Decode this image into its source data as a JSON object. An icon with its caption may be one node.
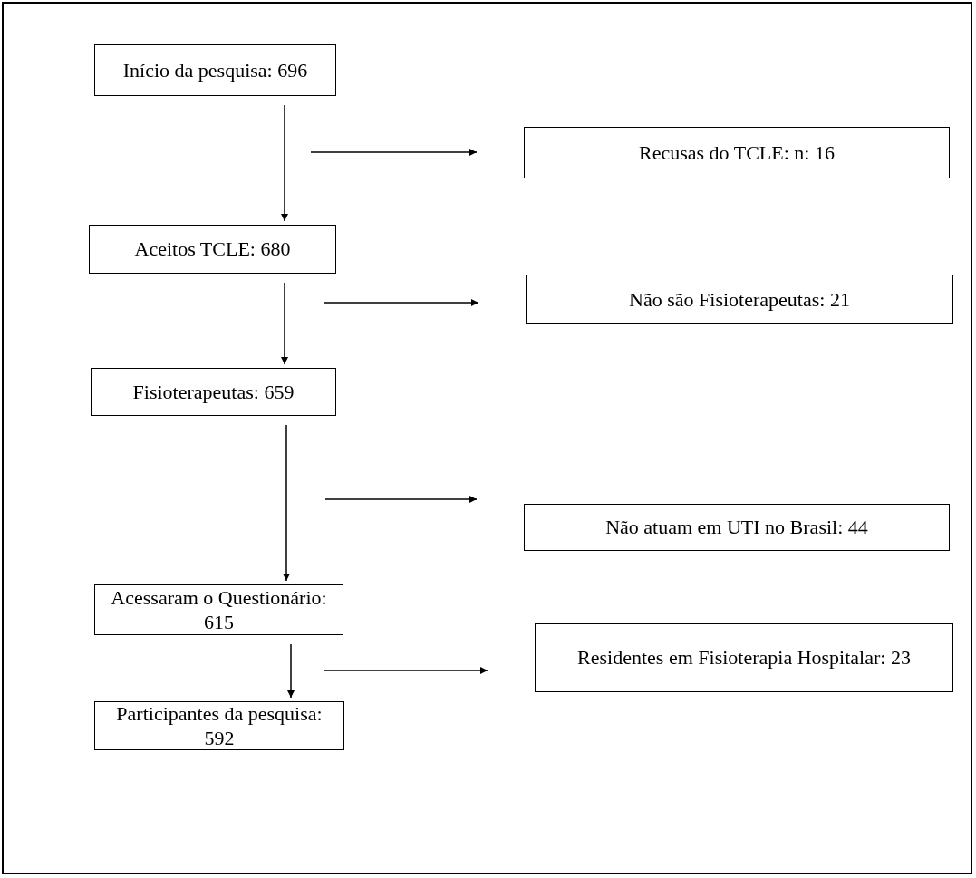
{
  "diagram": {
    "nodes": [
      {
        "text": [
          "Início da pesquisa: 696"
        ]
      },
      {
        "text": [
          "Recusas do TCLE: n: 16"
        ]
      },
      {
        "text": [
          "Aceitos TCLE: 680"
        ]
      },
      {
        "text": [
          "Não são Fisioterapeutas: 21"
        ]
      },
      {
        "text": [
          "Fisioterapeutas: 659"
        ]
      },
      {
        "text": [
          "Não atuam em UTI no Brasil: 44"
        ]
      },
      {
        "text": [
          "Acessaram o Questionário: 615"
        ]
      },
      {
        "text": [
          "Residentes em Fisioterapia Hospitalar: 23"
        ]
      },
      {
        "text": [
          "Participantes da pesquisa: 592"
        ]
      }
    ],
    "edges": [
      {
        "from": 0,
        "to": 2,
        "arrow": "to"
      },
      {
        "from": null,
        "to": 1,
        "arrow": "to"
      },
      {
        "from": 2,
        "to": 4,
        "arrow": "to"
      },
      {
        "from": null,
        "to": 3,
        "arrow": "to"
      },
      {
        "from": 4,
        "to": 6,
        "arrow": "to"
      },
      {
        "from": null,
        "to": 5,
        "arrow": "to"
      },
      {
        "from": 6,
        "to": 8,
        "arrow": "to"
      },
      {
        "from": null,
        "to": 7,
        "arrow": "to"
      }
    ]
  }
}
